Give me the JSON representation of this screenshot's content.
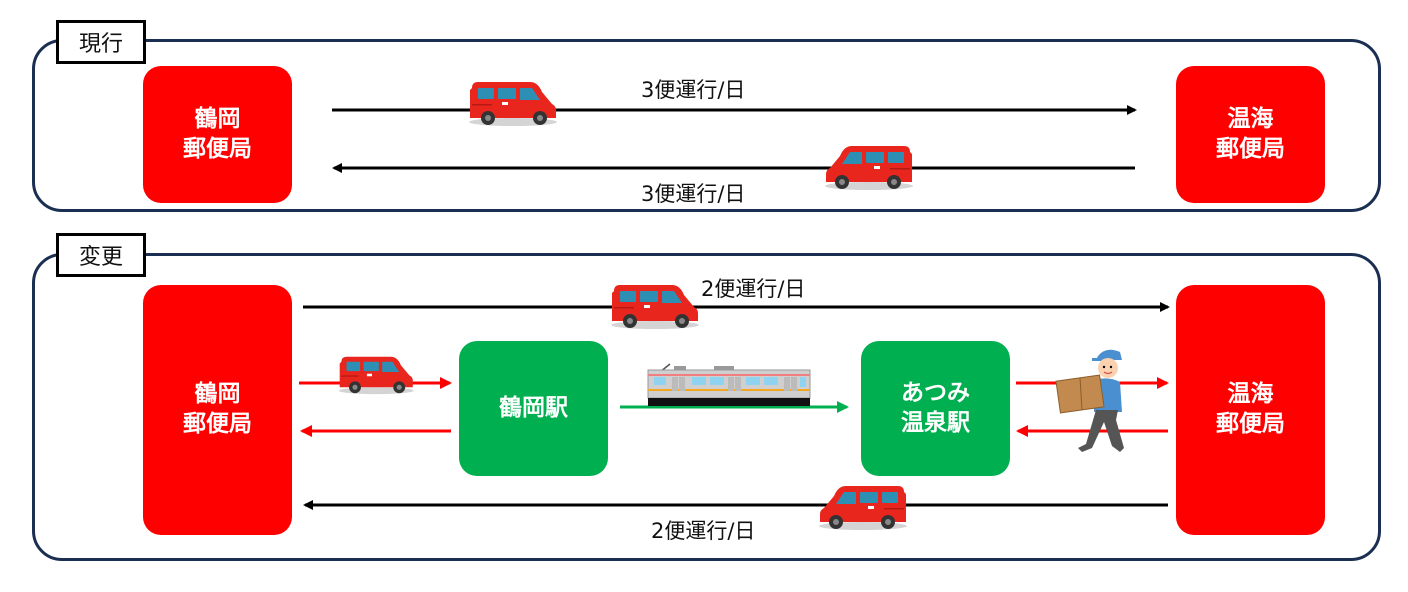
{
  "colors": {
    "post_office": "#ff0000",
    "station": "#00b050",
    "panel_border": "#1b2f52",
    "truck_route": "#000000",
    "local_route": "#ff0000",
    "rail_route": "#00b050"
  },
  "current": {
    "tag": "現行",
    "origin": {
      "line1": "鶴岡",
      "line2": "郵便局"
    },
    "destination": {
      "line1": "温海",
      "line2": "郵便局"
    },
    "outbound_label": "3便運行/日",
    "inbound_label": "3便運行/日",
    "icons": [
      "post-van-icon",
      "post-van-icon"
    ]
  },
  "changed": {
    "tag": "変更",
    "origin": {
      "line1": "鶴岡",
      "line2": "郵便局"
    },
    "destination": {
      "line1": "温海",
      "line2": "郵便局"
    },
    "station_a": {
      "line1": "鶴岡駅"
    },
    "station_b": {
      "line1": "あつみ",
      "line2": "温泉駅"
    },
    "outbound_label": "2便運行/日",
    "inbound_label": "2便運行/日",
    "icons": [
      "post-van-icon",
      "post-van-icon",
      "train-icon",
      "delivery-worker-icon",
      "post-van-icon"
    ]
  }
}
